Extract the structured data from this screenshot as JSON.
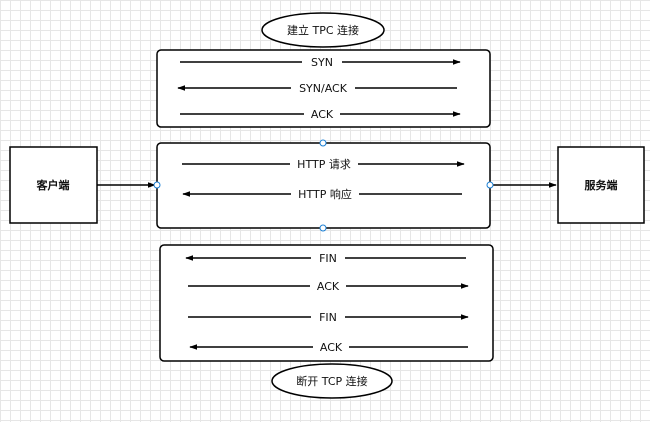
{
  "nodes": {
    "client": "客户端",
    "server": "服务端"
  },
  "sections": {
    "connect_title": "建立 TPC 连接",
    "disconnect_title": "断开 TCP 连接"
  },
  "handshake": [
    "SYN",
    "SYN/ACK",
    "ACK"
  ],
  "http": [
    "HTTP 请求",
    "HTTP 响应"
  ],
  "teardown": [
    "FIN",
    "ACK",
    "FIN",
    "ACK"
  ],
  "colors": {
    "stroke": "#000000",
    "background": "#ffffff",
    "grid": "#e6e6e6",
    "connector_dot": "#ffffff",
    "connector_dot_stroke": "#1a7fd4"
  }
}
